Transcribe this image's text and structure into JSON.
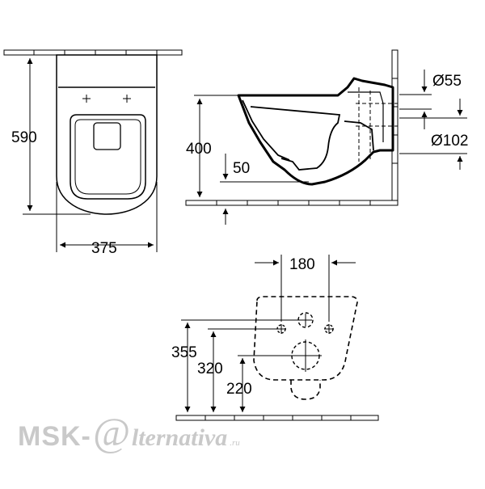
{
  "dimensions": {
    "height_total": "590",
    "width_total": "375",
    "height_rim": "400",
    "floor_gap": "50",
    "outlet_inner": "Ø55",
    "outlet_outer": "Ø102",
    "bolt_spacing": "180",
    "bolt_height_upper": "355",
    "bolt_height_lower": "320",
    "drain_height": "220"
  },
  "watermark": {
    "brand_prefix": "MSK-",
    "at_glyph": "@",
    "brand_rest": "lternativa",
    "tld": ".ru"
  }
}
